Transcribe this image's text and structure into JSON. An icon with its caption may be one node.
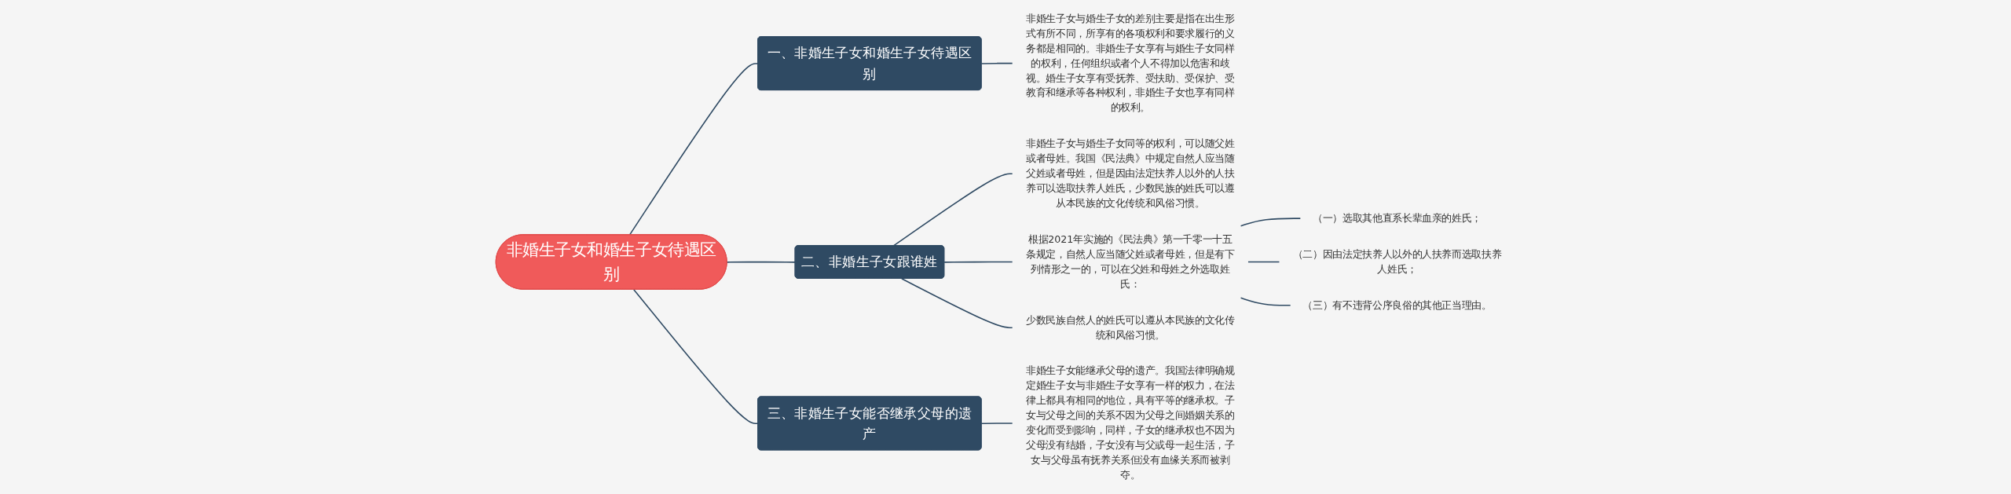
{
  "diagram": {
    "nodes": [
      {
        "text": [
          "非婚生子女和婚生子女待遇区别"
        ]
      },
      {
        "text": [
          "一、非婚生子女和婚生子女待遇区别"
        ]
      },
      {
        "text": [
          "非婚生子女与婚生子女的差别主要是指在出生形式有所不同，所享有的各项权利和要求履行的义务都是相同的。非婚生子女享有与婚生子女同样的权利，任何组织或者个人不得加以危害和歧视。婚生子女享有受抚养、受扶助、受保护、受教育和继承等各种权利，非婚生子女也享有同样的权利。"
        ]
      },
      {
        "text": [
          "二、非婚生子女跟谁姓"
        ]
      },
      {
        "text": [
          "非婚生子女与婚生子女同等的权利，可以随父姓或者母姓。我国《民法典》中规定自然人应当随父姓或者母姓，但是因由法定扶养人以外的人扶养可以选取扶养人姓氏，少数民族的姓氏可以遵从本民族的文化传统和风俗习惯。"
        ]
      },
      {
        "text": [
          "根据2021年实施的《民法典》第一千零一十五条规定，自然人应当随父姓或者母姓，但是有下列情形之一的，可以在父姓和母姓之外选取姓氏："
        ]
      },
      {
        "text": [
          "（一）选取其他直系长辈血亲的姓氏；"
        ]
      },
      {
        "text": [
          "（二）因由法定扶养人以外的人扶养而选取扶养人姓氏；"
        ]
      },
      {
        "text": [
          "（三）有不违背公序良俗的其他正当理由。"
        ]
      },
      {
        "text": [
          "少数民族自然人的姓氏可以遵从本民族的文化传统和风俗习惯。"
        ]
      },
      {
        "text": [
          "三、非婚生子女能否继承父母的遗产"
        ]
      },
      {
        "text": [
          "非婚生子女能继承父母的遗产。我国法律明确规定婚生子女与非婚生子女享有一样的权力，在法律上都具有相同的地位，具有平等的继承权。子女与父母之间的关系不因为父母之间婚姻关系的变化而受到影响，同样，子女的继承权也不因为父母没有结婚，子女没有与父或母一起生活，子女与父母虽有抚养关系但没有血缘关系而被剥夺。"
        ]
      }
    ],
    "edges": [
      {
        "from": 0,
        "to": 1,
        "arrow": "none"
      },
      {
        "from": 1,
        "to": 2,
        "arrow": "none"
      },
      {
        "from": 0,
        "to": 3,
        "arrow": "none"
      },
      {
        "from": 3,
        "to": 4,
        "arrow": "none"
      },
      {
        "from": 3,
        "to": 5,
        "arrow": "none"
      },
      {
        "from": 5,
        "to": 6,
        "arrow": "none"
      },
      {
        "from": 5,
        "to": 7,
        "arrow": "none"
      },
      {
        "from": 5,
        "to": 8,
        "arrow": "none"
      },
      {
        "from": 3,
        "to": 9,
        "arrow": "none"
      },
      {
        "from": 0,
        "to": 10,
        "arrow": "none"
      },
      {
        "from": 10,
        "to": 11,
        "arrow": "none"
      }
    ]
  }
}
